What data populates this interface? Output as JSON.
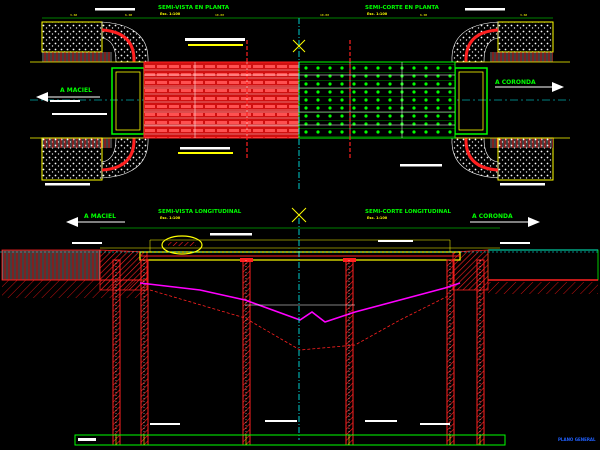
{
  "plan": {
    "title_left": "SEMI-VISTA EN PLANTA",
    "title_left_scale": "Esc. 1:100",
    "title_right": "SEMI-CORTE EN PLANTA",
    "title_right_scale": "Esc. 1:100",
    "dir_left": "A MACIEL",
    "dir_right": "A CORONDA"
  },
  "elevation": {
    "title_left": "SEMI-VISTA LONGITUDINAL",
    "title_left_scale": "Esc. 1:100",
    "title_right": "SEMI-CORTE LONGITUDINAL",
    "title_right_scale": "Esc. 1:100",
    "dir_left": "A MACIEL",
    "dir_right": "A CORONDA"
  },
  "footer": {
    "stamp": "PLANO GENERAL"
  },
  "colors": {
    "background": "#000000",
    "yellow": "#ffff00",
    "red": "#ff2020",
    "green": "#00ff00",
    "cyan": "#00ffff",
    "magenta": "#ff00ff",
    "white": "#ffffff",
    "blue": "#2060ff"
  }
}
